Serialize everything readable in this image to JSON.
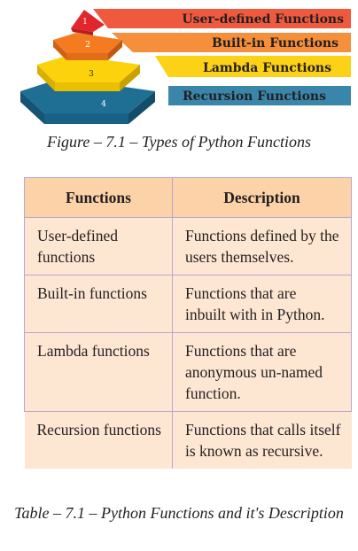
{
  "figure": {
    "levels": [
      {
        "number": "1",
        "label": "User-defined Functions",
        "color": "#e3262b",
        "band": "#ef5a3f"
      },
      {
        "number": "2",
        "label": "Built-in Functions",
        "color": "#f47b20",
        "band": "#f58f3b"
      },
      {
        "number": "3",
        "label": "Lambda Functions",
        "color": "#fbd20b",
        "band": "#fcd116"
      },
      {
        "number": "4",
        "label": "Recursion Functions",
        "color": "#1f6f95",
        "band": "#3a86ab"
      }
    ],
    "caption": "Figure – 7.1 – Types of Python Functions"
  },
  "table": {
    "headers": [
      "Functions",
      "Description"
    ],
    "rows": [
      {
        "function": "User-defined functions",
        "description": "Functions defined by the users themselves."
      },
      {
        "function": "Built-in functions",
        "description": "Functions that are inbuilt with in Python."
      },
      {
        "function": "Lambda functions",
        "description": "Functions that are anonymous un-named function."
      },
      {
        "function": "Recursion functions",
        "description": "Functions that calls itself is known as recursive."
      }
    ],
    "caption": "Table – 7.1 – Python Functions and it's Description"
  }
}
